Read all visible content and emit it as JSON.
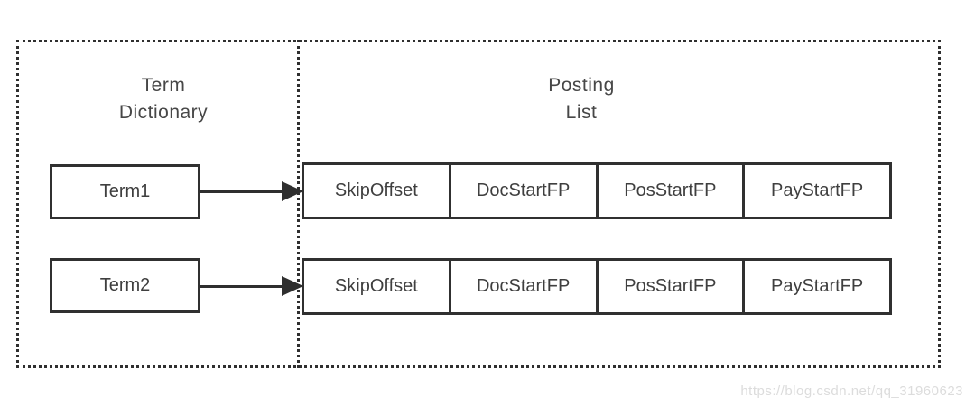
{
  "diagram": {
    "left_panel": {
      "title_line1": "Term",
      "title_line2": "Dictionary",
      "term_boxes": [
        {
          "label": "Term1"
        },
        {
          "label": "Term2"
        }
      ]
    },
    "right_panel": {
      "title_line1": "Posting",
      "title_line2": "List",
      "rows": [
        {
          "cells": [
            "SkipOffset",
            "DocStartFP",
            "PosStartFP",
            "PayStartFP"
          ]
        },
        {
          "cells": [
            "SkipOffset",
            "DocStartFP",
            "PosStartFP",
            "PayStartFP"
          ]
        }
      ]
    },
    "colors": {
      "border": "#303030",
      "text": "#3f3f3f",
      "title_text": "#474747",
      "watermark": "#dcdcdc",
      "background": "#ffffff"
    }
  },
  "watermark": "https://blog.csdn.net/qq_31960623"
}
